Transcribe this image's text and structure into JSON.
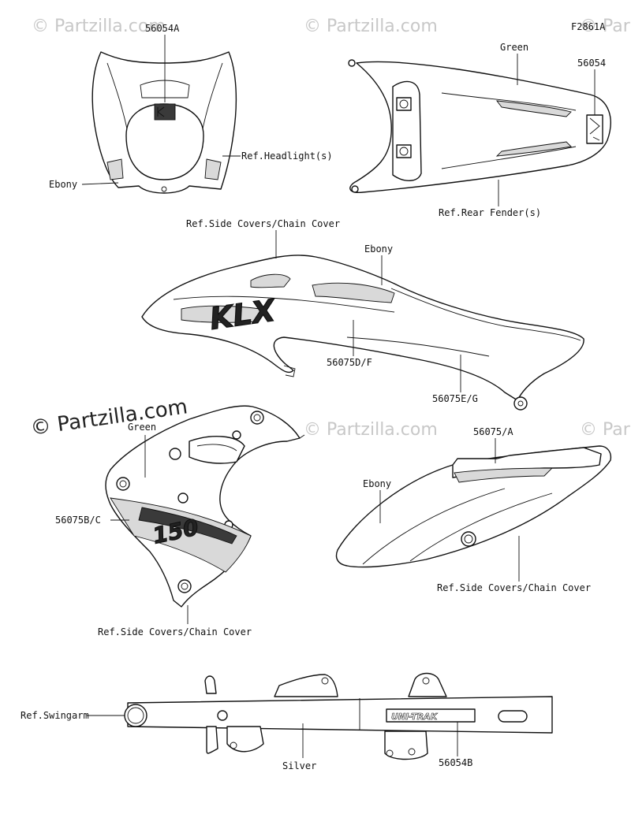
{
  "figure_id": "F2861A",
  "watermarks": {
    "small": "© Partzilla.com",
    "small_clipped": "© Par",
    "main": "© Partzilla.com"
  },
  "labels": {
    "headlight_part": "56054A",
    "headlight_color": "Ebony",
    "headlight_ref": "Ref.Headlight(s)",
    "rear_color": "Green",
    "rear_part": "56054",
    "rear_ref": "Ref.Rear Fender(s)",
    "side_ref_top": "Ref.Side Covers/Chain Cover",
    "side_color_ebony": "Ebony",
    "side_part_df": "56075D/F",
    "side_part_eg": "56075E/G",
    "shroud_color": "Green",
    "shroud_part": "56075B/C",
    "shroud_ref": "Ref.Side Covers/Chain Cover",
    "cover_part": "56075/A",
    "cover_color": "Ebony",
    "cover_ref": "Ref.Side Covers/Chain Cover",
    "swingarm_ref": "Ref.Swingarm",
    "swingarm_color": "Silver",
    "swingarm_part": "56054B"
  },
  "decals": {
    "shroud_model": "150",
    "side_model": "KLX",
    "swingarm_brand": "UNI-TRAK"
  }
}
